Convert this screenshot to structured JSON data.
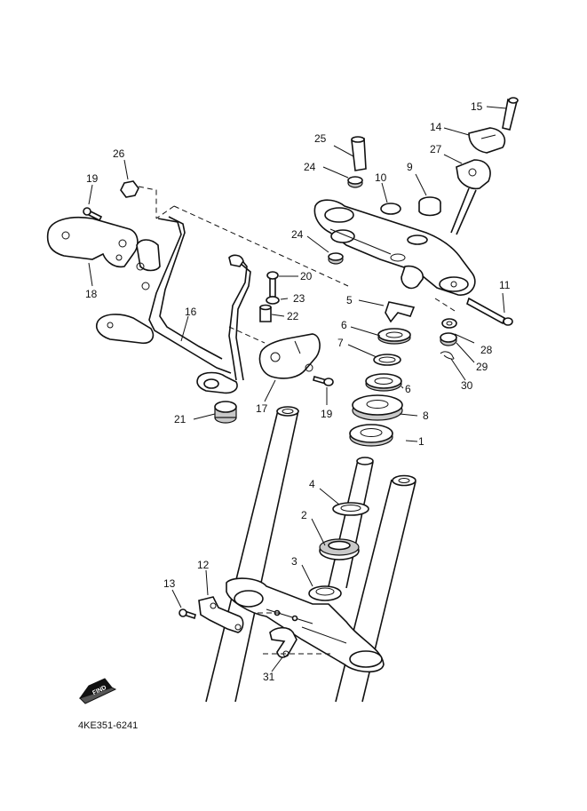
{
  "diagram": {
    "reference_code": "4KE351-6241",
    "find_badge": "FIND",
    "callouts": [
      {
        "id": "c1",
        "label": "1"
      },
      {
        "id": "c2",
        "label": "2"
      },
      {
        "id": "c3",
        "label": "3"
      },
      {
        "id": "c4",
        "label": "4"
      },
      {
        "id": "c5",
        "label": "5"
      },
      {
        "id": "c6a",
        "label": "6"
      },
      {
        "id": "c6b",
        "label": "6"
      },
      {
        "id": "c7",
        "label": "7"
      },
      {
        "id": "c8",
        "label": "8"
      },
      {
        "id": "c9",
        "label": "9"
      },
      {
        "id": "c10",
        "label": "10"
      },
      {
        "id": "c11",
        "label": "11"
      },
      {
        "id": "c12",
        "label": "12"
      },
      {
        "id": "c13",
        "label": "13"
      },
      {
        "id": "c14",
        "label": "14"
      },
      {
        "id": "c15",
        "label": "15"
      },
      {
        "id": "c16",
        "label": "16"
      },
      {
        "id": "c17",
        "label": "17"
      },
      {
        "id": "c18",
        "label": "18"
      },
      {
        "id": "c19a",
        "label": "19"
      },
      {
        "id": "c19b",
        "label": "19"
      },
      {
        "id": "c20",
        "label": "20"
      },
      {
        "id": "c21",
        "label": "21"
      },
      {
        "id": "c22",
        "label": "22"
      },
      {
        "id": "c23",
        "label": "23"
      },
      {
        "id": "c24a",
        "label": "24"
      },
      {
        "id": "c24b",
        "label": "24"
      },
      {
        "id": "c25",
        "label": "25"
      },
      {
        "id": "c26",
        "label": "26"
      },
      {
        "id": "c27",
        "label": "27"
      },
      {
        "id": "c28",
        "label": "28"
      },
      {
        "id": "c29",
        "label": "29"
      },
      {
        "id": "c30",
        "label": "30"
      },
      {
        "id": "c31",
        "label": "31"
      }
    ]
  }
}
